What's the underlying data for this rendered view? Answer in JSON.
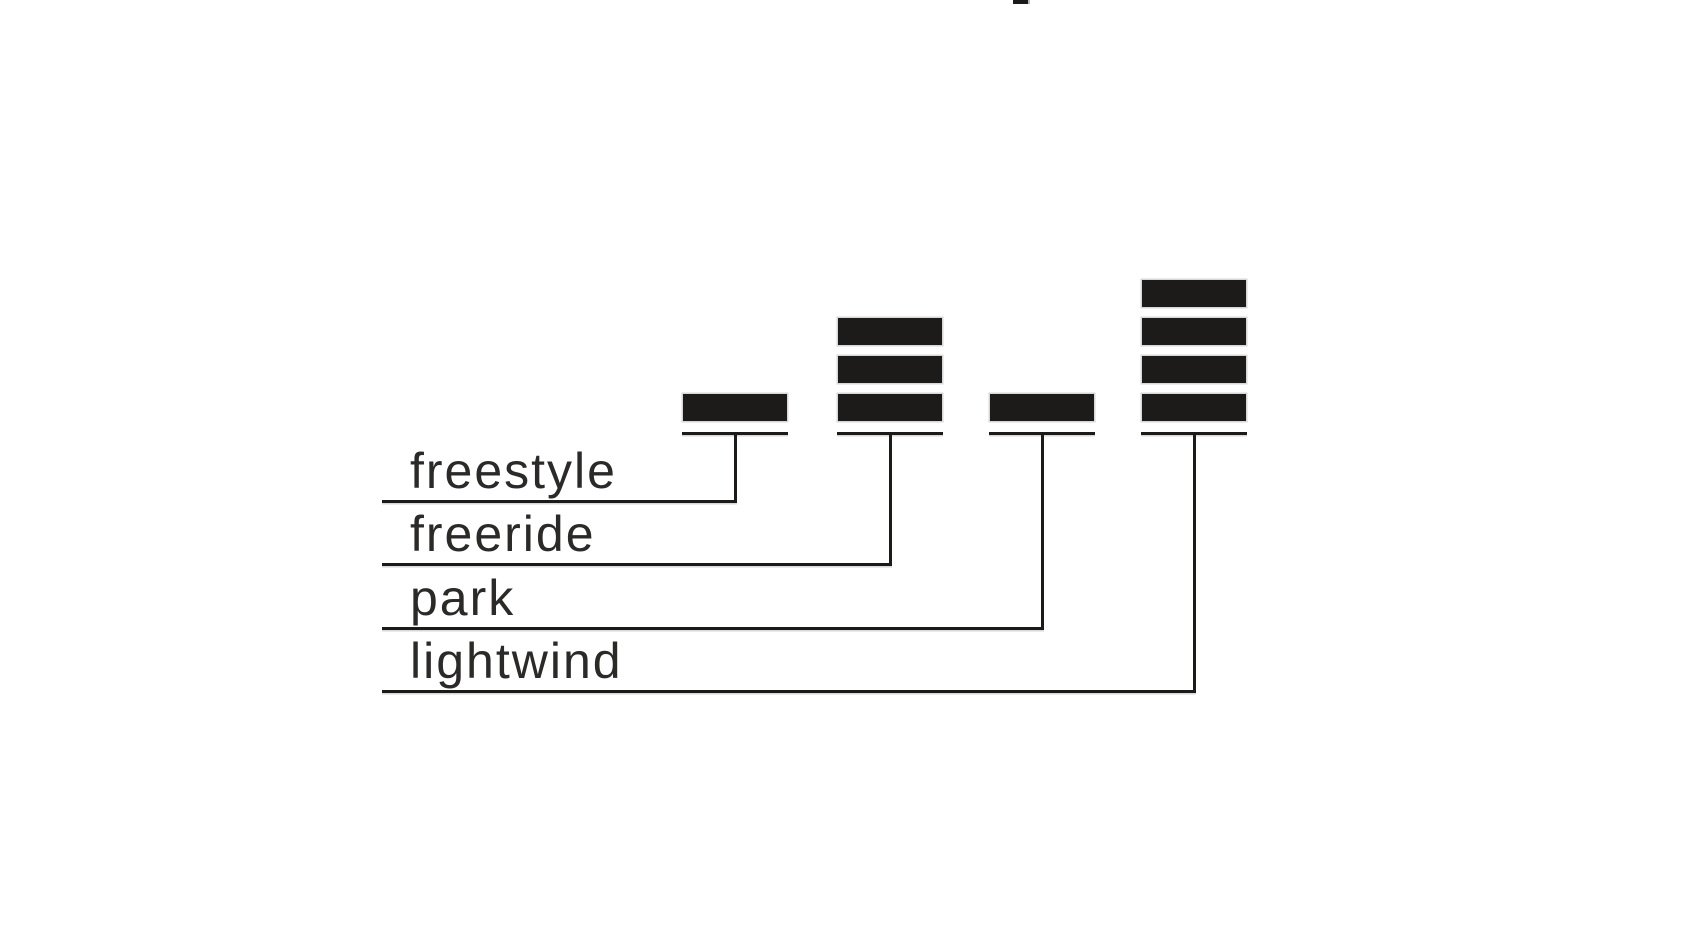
{
  "colors": {
    "ink": "#1c1b19",
    "text": "#2b2a28",
    "background": "#ffffff"
  },
  "chart_data": {
    "type": "bar",
    "categories": [
      "freestyle",
      "freeride",
      "park",
      "lightwind"
    ],
    "values": [
      1,
      3,
      1,
      4
    ],
    "title": "",
    "xlabel": "",
    "ylabel": "",
    "ylim": [
      0,
      4
    ],
    "grid": false,
    "legend": false,
    "style": "segmented block rating bars, one stack per category, connected by elbow lines to underlined labels"
  }
}
